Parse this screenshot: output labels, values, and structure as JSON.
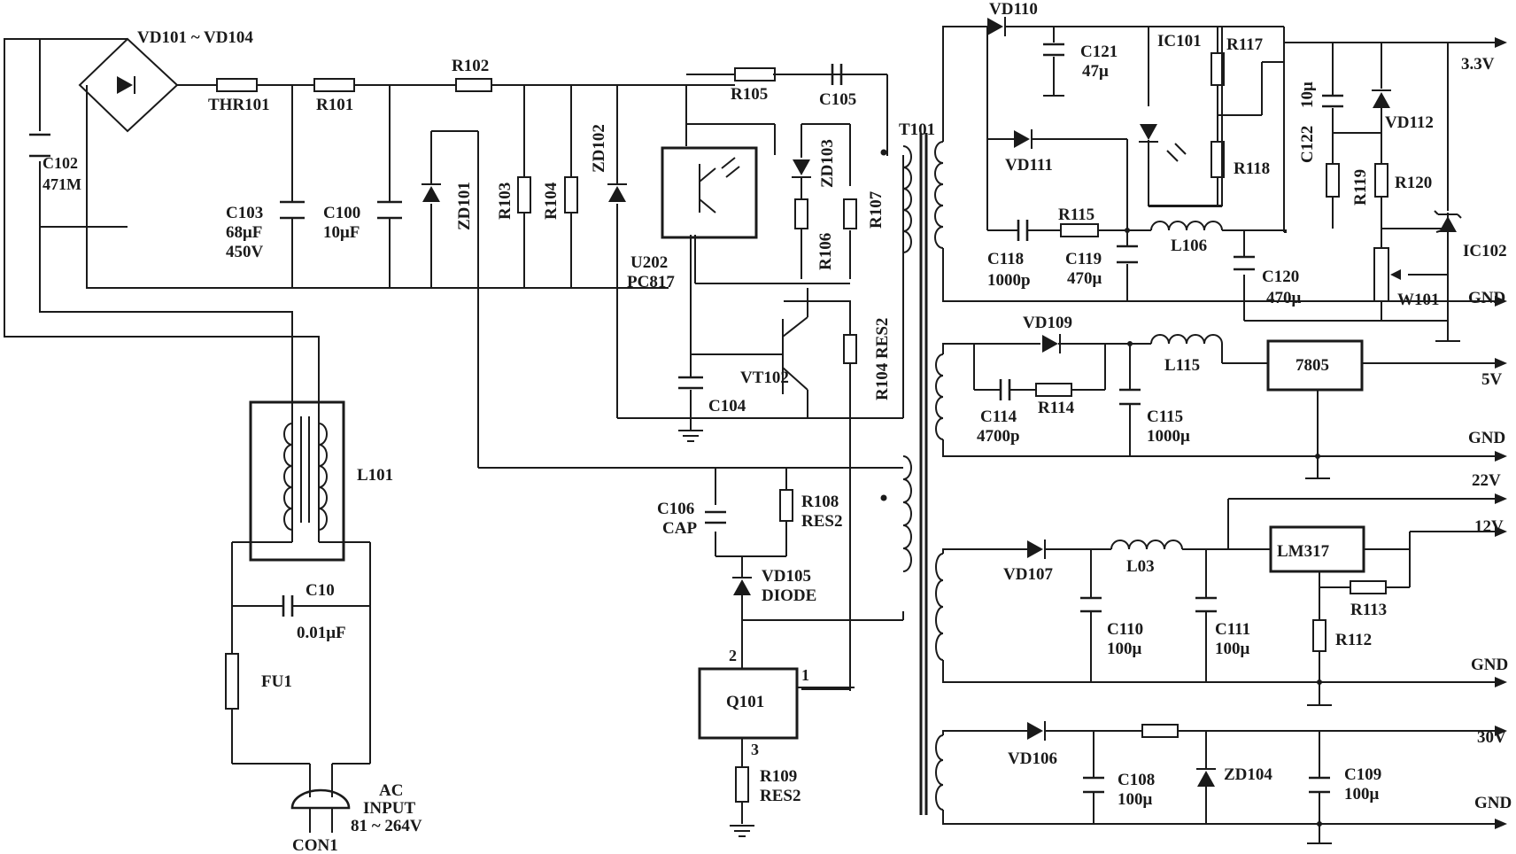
{
  "diagram": {
    "bridge": "VD101 ~ VD104",
    "c102": [
      "C102",
      "471M"
    ],
    "thr101": "THR101",
    "r101": "R101",
    "r102": "R102",
    "c103": [
      "C103",
      "68μF",
      "450V"
    ],
    "c100": [
      "C100",
      "10μF"
    ],
    "zd101": "ZD101",
    "r103": "R103",
    "r104": "R104",
    "zd102": "ZD102",
    "r105": "R105",
    "c105": "C105",
    "zd103": "ZD103",
    "r106": "R106",
    "r107": "R107",
    "t101": "T101",
    "u202": [
      "U202",
      "PC817"
    ],
    "vt102": "VT102",
    "c104": "C104",
    "r104res2": "R104 RES2",
    "l101": "L101",
    "c10": [
      "C10",
      "0.01μF"
    ],
    "fu1": "FU1",
    "ac": [
      "AC",
      "INPUT",
      "81 ~ 264V"
    ],
    "con1": "CON1",
    "c106": [
      "C106",
      "CAP"
    ],
    "r108": [
      "R108",
      "RES2"
    ],
    "vd105": [
      "VD105",
      "DIODE"
    ],
    "q101": "Q101",
    "pins": [
      "1",
      "2",
      "3"
    ],
    "r109": [
      "R109",
      "RES2"
    ],
    "vd110": "VD110",
    "c121": [
      "C121",
      "47μ"
    ],
    "ic101": "IC101",
    "r117": "R117",
    "r118": "R118",
    "vd111": "VD111",
    "r115": "R115",
    "c118": [
      "C118",
      "1000p"
    ],
    "c119": [
      "C119",
      "470μ"
    ],
    "l106": "L106",
    "c120": [
      "C120",
      "470μ"
    ],
    "c122": [
      "C122",
      "10μ"
    ],
    "vd112": "VD112",
    "r119": "R119",
    "r120": "R120",
    "ic102": "IC102",
    "w101": "W101",
    "v33": "3.3V",
    "gnd": "GND",
    "vd109": "VD109",
    "l115": "L115",
    "reg7805": "7805",
    "v5": "5V",
    "c114": [
      "C114",
      "4700p"
    ],
    "r114": "R114",
    "c115": [
      "C115",
      "1000μ"
    ],
    "v22": "22V",
    "vd107": "VD107",
    "l03": "L03",
    "lm317": "LM317",
    "v12": "12V",
    "r113": "R113",
    "r112": "R112",
    "c110": [
      "C110",
      "100μ"
    ],
    "c111": [
      "C111",
      "100μ"
    ],
    "vd106": "VD106",
    "zd104": "ZD104",
    "v30": "30V",
    "c108": [
      "C108",
      "100μ"
    ],
    "c109": [
      "C109",
      "100μ"
    ]
  }
}
